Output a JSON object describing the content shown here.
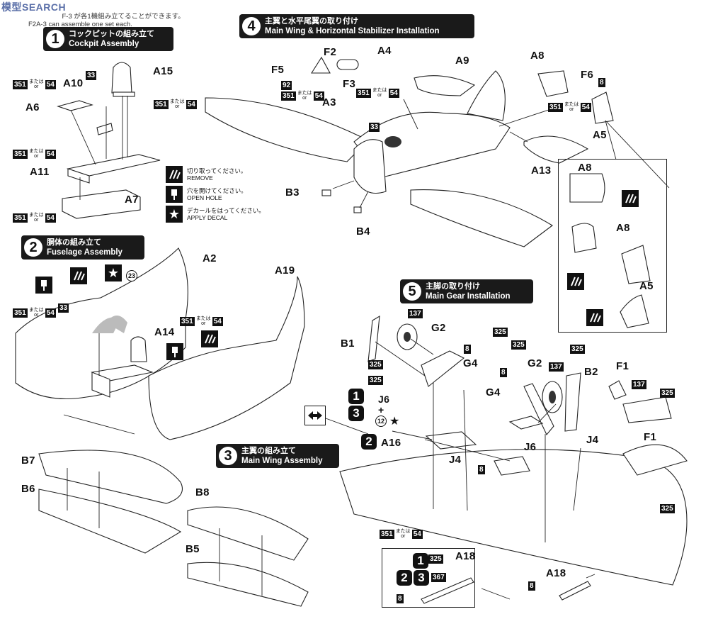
{
  "watermark": "模型SEARCH",
  "note": {
    "line1": "　　　　　F-3 が各1機組み立てることができます。",
    "line2": "F2A-3 can assemble one set each."
  },
  "steps": [
    {
      "num": "1",
      "jp": "コックピットの組み立て",
      "en": "Cockpit Assembly"
    },
    {
      "num": "2",
      "jp": "胴体の組み立て",
      "en": "Fuselage Assembly"
    },
    {
      "num": "3",
      "jp": "主翼の組み立て",
      "en": "Main Wing Assembly"
    },
    {
      "num": "4",
      "jp": "主翼と水平尾翼の取り付け",
      "en": "Main Wing & Horizontal Stabilizer Installation"
    },
    {
      "num": "5",
      "jp": "主脚の取り付け",
      "en": "Main Gear Installation"
    }
  ],
  "legend": [
    {
      "icon": "remove-icon",
      "jp": "切り取ってください。",
      "en": "REMOVE"
    },
    {
      "icon": "open-hole-icon",
      "jp": "穴を開けてください。",
      "en": "OPEN HOLE"
    },
    {
      "icon": "decal-star-icon",
      "jp": "デカールをはってください。",
      "en": "APPLY DECAL"
    }
  ],
  "or_mark": {
    "jp": "または",
    "en": "or"
  },
  "paint": {
    "c351": "351",
    "c54": "54",
    "c33": "33",
    "c92": "92",
    "c8": "8",
    "c325": "325",
    "c137": "137",
    "c367": "367"
  },
  "decal_23": "23",
  "decal_12": "12",
  "parts": {
    "A2": "A2",
    "A3": "A3",
    "A4": "A4",
    "A5": "A5",
    "A6": "A6",
    "A7": "A7",
    "A8": "A8",
    "A9": "A9",
    "A10": "A10",
    "A11": "A11",
    "A13": "A13",
    "A14": "A14",
    "A15": "A15",
    "A16": "A16",
    "A18": "A18",
    "A19": "A19",
    "B1": "B1",
    "B2": "B2",
    "B3": "B3",
    "B4": "B4",
    "B5": "B5",
    "B6": "B6",
    "B7": "B7",
    "B8": "B8",
    "F1": "F1",
    "F2": "F2",
    "F3": "F3",
    "F5": "F5",
    "F6": "F6",
    "G2": "G2",
    "G4": "G4",
    "J4": "J4",
    "J6": "J6"
  },
  "combo": {
    "n1": "1",
    "n2": "2",
    "n3": "3",
    "plus": "+"
  },
  "colors": {
    "ink": "#111111",
    "paper": "#ffffff",
    "watermark": "#5a6fa8"
  }
}
